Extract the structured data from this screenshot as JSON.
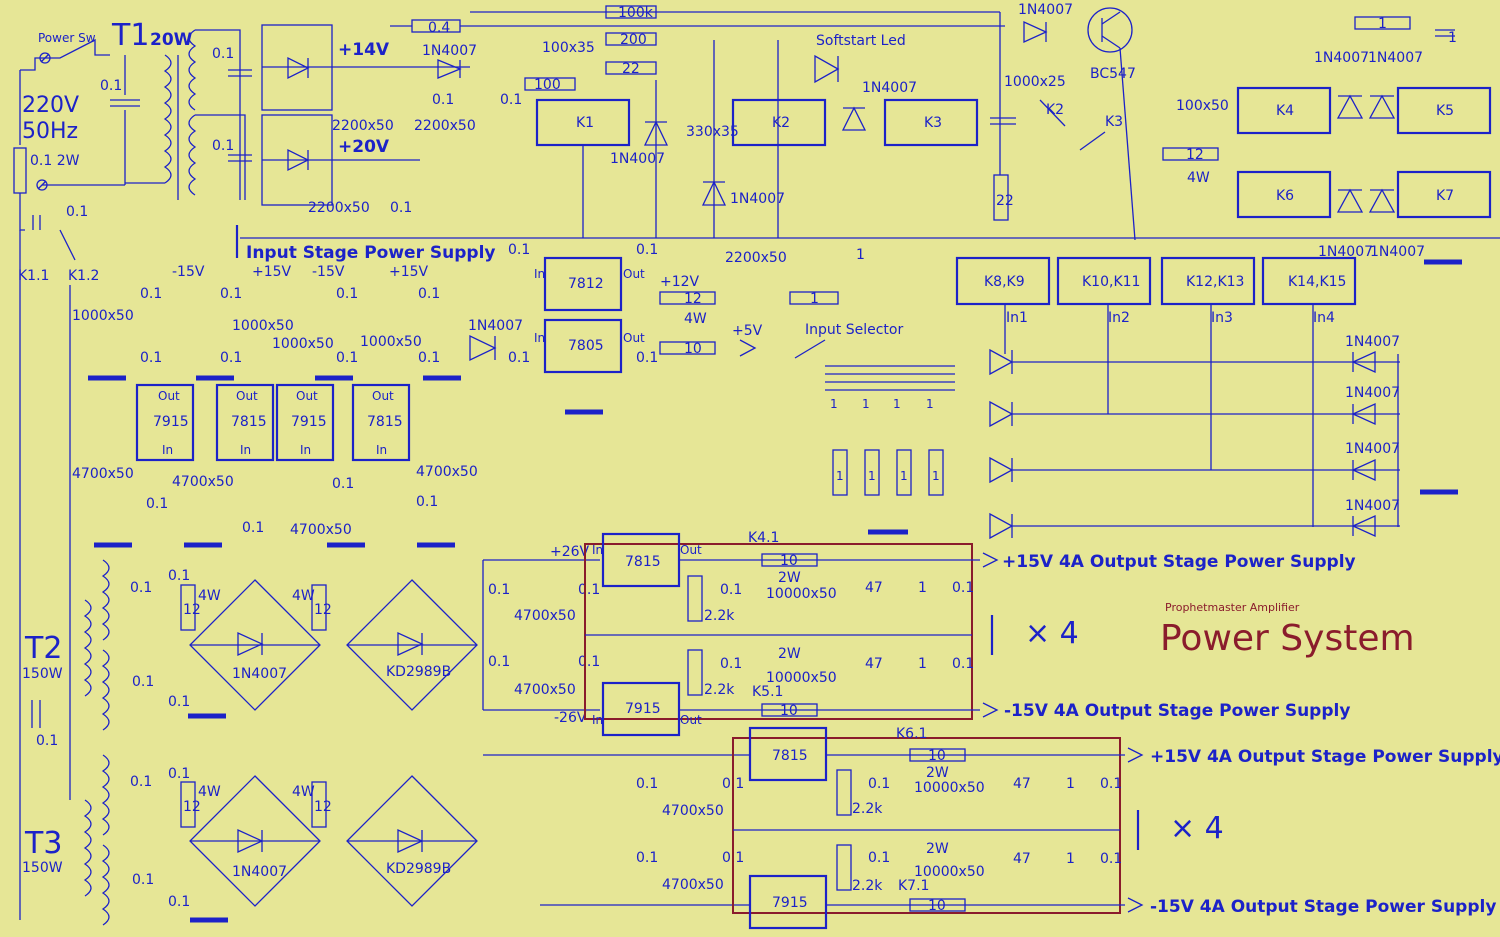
{
  "title": {
    "main": "Power System",
    "sub": "Prophetmaster Amplifier"
  },
  "mains": {
    "voltage": "220V",
    "freq": "50Hz",
    "switch": "Power Sw",
    "resistor": "0.1 2W",
    "cap": "0.1",
    "relay1": "K1.1",
    "relay2": "K1.2"
  },
  "transformers": {
    "t1": "T1",
    "t1_rating": "20W",
    "t2": "T2",
    "t2_rating": "150W",
    "t3": "T3",
    "t3_rating": "150W"
  },
  "rails": {
    "p14": "+14V",
    "p20": "+20V",
    "p12": "+12V",
    "p5": "+5V",
    "p26": "+26V",
    "m26": "-26V",
    "p15": "+15V",
    "m15": "-15V"
  },
  "labels": {
    "input_psu": "Input Stage Power Supply",
    "out_pos": "+15V 4A Output Stage Power Supply",
    "out_neg": "-15V 4A Output Stage Power Supply",
    "times4": "× 4",
    "softstart": "Softstart Led",
    "input_selector": "Input Selector",
    "pin_in": "In",
    "pin_out": "Out"
  },
  "regulators": {
    "r7812": "7812",
    "r7805": "7805",
    "r7915": "7915",
    "r7815": "7815"
  },
  "relays": {
    "k1": "K1",
    "k2": "K2",
    "k3": "K3",
    "k4": "K4",
    "k5": "K5",
    "k6": "K6",
    "k7": "K7",
    "k89": "K8,K9",
    "k1011": "K10,K11",
    "k1213": "K12,K13",
    "k1415": "K14,K15",
    "k2c": "K2",
    "k3c": "K3",
    "k41": "K4.1",
    "k51": "K5.1",
    "k61": "K6.1",
    "k71": "K7.1"
  },
  "inputs": {
    "in1": "In1",
    "in2": "In2",
    "in3": "In3",
    "in4": "In4"
  },
  "semis": {
    "d": "1N4007",
    "bridge": "KD2989B",
    "bc": "BC547"
  },
  "values": {
    "c01": "0.1",
    "c2200": "2200x50",
    "c100x35": "100x35",
    "c330": "330x35",
    "c1000x25": "1000x25",
    "c100x50": "100x50",
    "c1000x50": "1000x50",
    "c4700": "4700x50",
    "c10000": "10000x50",
    "c47": "47",
    "c1": "1",
    "r04": "0.4",
    "r100k": "100k",
    "r200": "200",
    "r22": "22",
    "r100": "100",
    "r12": "12",
    "r1": "1",
    "r10": "10",
    "r22k": "2.2k",
    "w4": "4W",
    "w2": "2W"
  }
}
